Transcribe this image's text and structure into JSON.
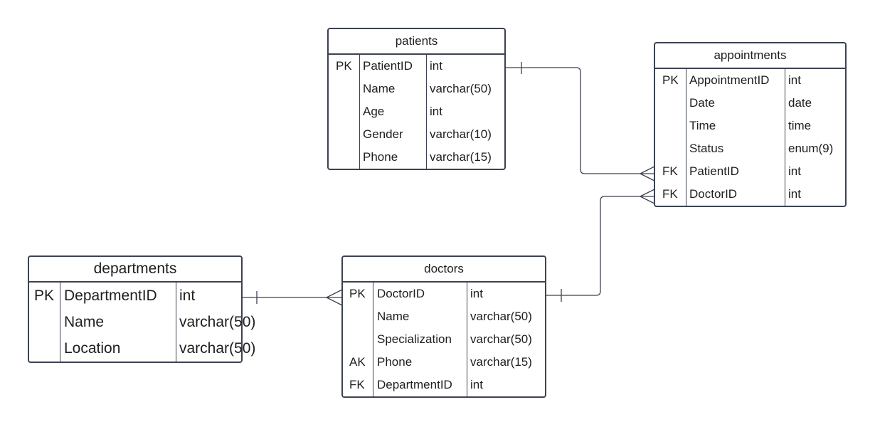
{
  "entities": {
    "patients": {
      "title": "patients",
      "rows": [
        {
          "key": "PK",
          "name": "PatientID",
          "type": "int"
        },
        {
          "key": "",
          "name": "Name",
          "type": "varchar(50)"
        },
        {
          "key": "",
          "name": "Age",
          "type": "int"
        },
        {
          "key": "",
          "name": "Gender",
          "type": "varchar(10)"
        },
        {
          "key": "",
          "name": "Phone",
          "type": "varchar(15)"
        }
      ]
    },
    "appointments": {
      "title": "appointments",
      "rows": [
        {
          "key": "PK",
          "name": "AppointmentID",
          "type": "int"
        },
        {
          "key": "",
          "name": "Date",
          "type": "date"
        },
        {
          "key": "",
          "name": "Time",
          "type": "time"
        },
        {
          "key": "",
          "name": "Status",
          "type": "enum(9)"
        },
        {
          "key": "FK",
          "name": "PatientID",
          "type": "int"
        },
        {
          "key": "FK",
          "name": "DoctorID",
          "type": "int"
        }
      ]
    },
    "departments": {
      "title": "departments",
      "rows": [
        {
          "key": "PK",
          "name": "DepartmentID",
          "type": "int"
        },
        {
          "key": "",
          "name": "Name",
          "type": "varchar(50)"
        },
        {
          "key": "",
          "name": "Location",
          "type": "varchar(50)"
        }
      ]
    },
    "doctors": {
      "title": "doctors",
      "rows": [
        {
          "key": "PK",
          "name": "DoctorID",
          "type": "int"
        },
        {
          "key": "",
          "name": "Name",
          "type": "varchar(50)"
        },
        {
          "key": "",
          "name": "Specialization",
          "type": "varchar(50)"
        },
        {
          "key": "AK",
          "name": "Phone",
          "type": "varchar(15)"
        },
        {
          "key": "FK",
          "name": "DepartmentID",
          "type": "int"
        }
      ]
    }
  },
  "relationships": [
    {
      "from": "patients.PatientID",
      "from_cardinality": "one",
      "to": "appointments.PatientID",
      "to_cardinality": "many"
    },
    {
      "from": "doctors.DoctorID",
      "from_cardinality": "one",
      "to": "appointments.DoctorID",
      "to_cardinality": "many"
    },
    {
      "from": "departments.DepartmentID",
      "from_cardinality": "one",
      "to": "doctors.DepartmentID",
      "to_cardinality": "many"
    }
  ],
  "colors": {
    "line": "#3c4250",
    "text": "#1e1e1e",
    "background": "#ffffff"
  }
}
